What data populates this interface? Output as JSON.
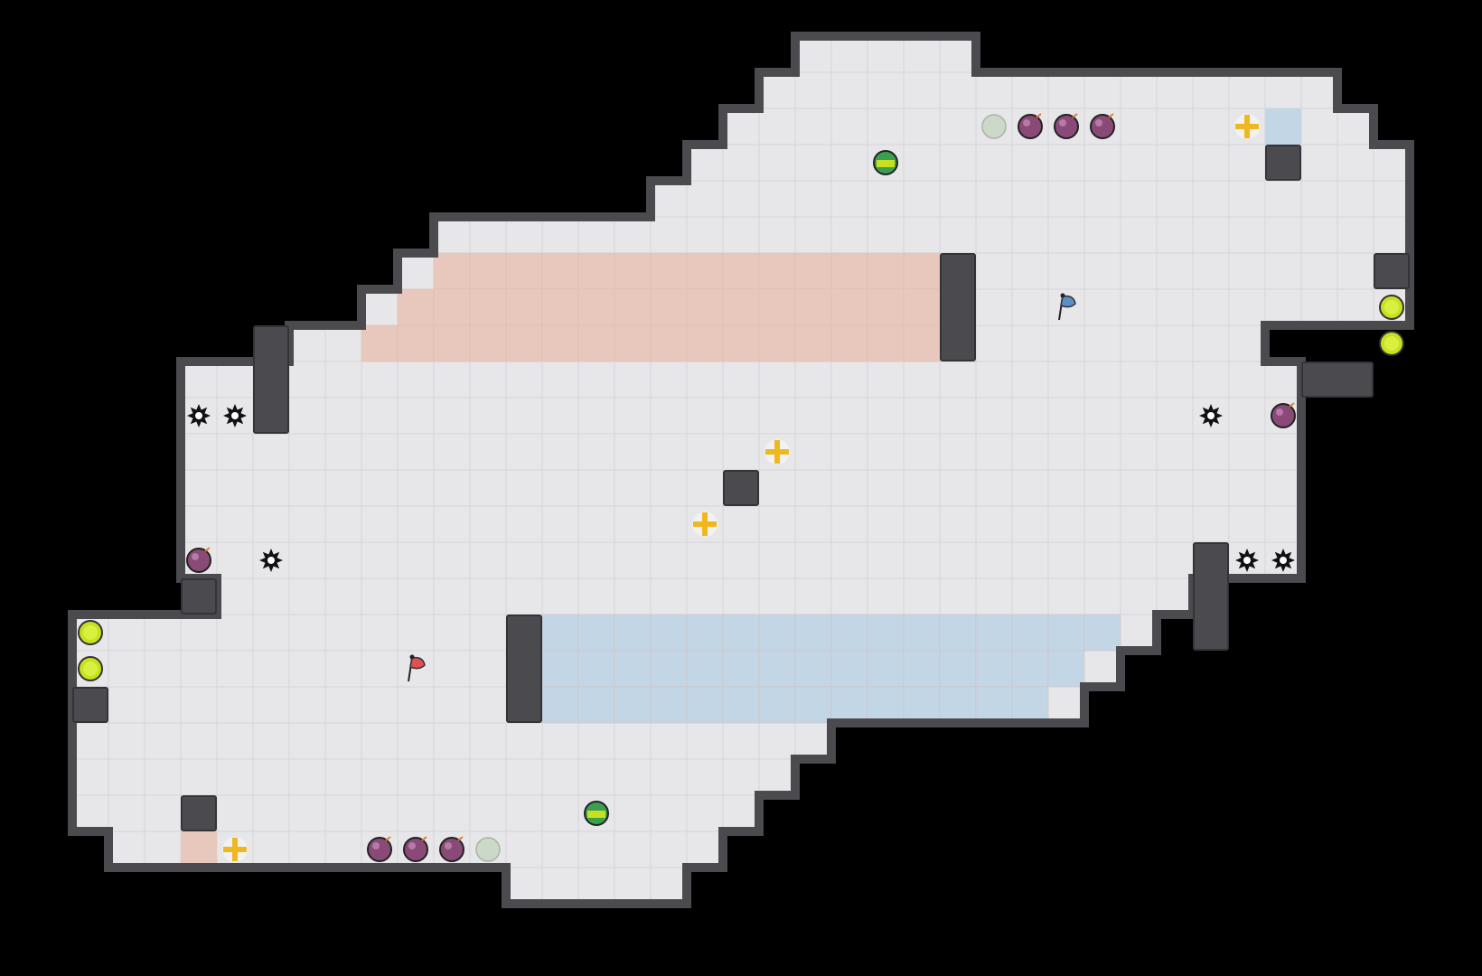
{
  "map": {
    "grid_cols": 41,
    "grid_rows": 27,
    "floor_rows": [
      {
        "row": 1,
        "from": 22,
        "to": 26
      },
      {
        "row": 2,
        "from": 21,
        "to": 36
      },
      {
        "row": 3,
        "from": 20,
        "to": 37
      },
      {
        "row": 4,
        "from": 19,
        "to": 38
      },
      {
        "row": 5,
        "from": 18,
        "to": 38
      },
      {
        "row": 6,
        "from": 12,
        "to": 38
      },
      {
        "row": 7,
        "from": 11,
        "to": 38
      },
      {
        "row": 8,
        "from": 10,
        "to": 38
      },
      {
        "row": 9,
        "from": 8,
        "to": 34
      },
      {
        "row": 10,
        "from": 5,
        "to": 35
      },
      {
        "row": 11,
        "from": 5,
        "to": 35
      },
      {
        "row": 12,
        "from": 5,
        "to": 35
      },
      {
        "row": 13,
        "from": 5,
        "to": 35
      },
      {
        "row": 14,
        "from": 5,
        "to": 35
      },
      {
        "row": 15,
        "from": 5,
        "to": 35
      },
      {
        "row": 16,
        "from": 6,
        "to": 32
      },
      {
        "row": 17,
        "from": 2,
        "to": 31
      },
      {
        "row": 18,
        "from": 2,
        "to": 30
      },
      {
        "row": 19,
        "from": 2,
        "to": 29
      },
      {
        "row": 20,
        "from": 2,
        "to": 22
      },
      {
        "row": 21,
        "from": 2,
        "to": 21
      },
      {
        "row": 22,
        "from": 2,
        "to": 20
      },
      {
        "row": 23,
        "from": 3,
        "to": 19
      },
      {
        "row": 24,
        "from": 14,
        "to": 18
      }
    ],
    "walls": [
      {
        "col": 20,
        "row": 13,
        "w": 1,
        "h": 1
      },
      {
        "col": 35,
        "row": 4,
        "w": 1,
        "h": 1
      },
      {
        "col": 5,
        "row": 22,
        "w": 1,
        "h": 1
      },
      {
        "col": 26,
        "row": 7,
        "w": 1,
        "h": 3
      },
      {
        "col": 14,
        "row": 17,
        "w": 1,
        "h": 3
      },
      {
        "col": 7,
        "row": 9,
        "w": 1,
        "h": 3
      },
      {
        "col": 33,
        "row": 15,
        "w": 1,
        "h": 3
      },
      {
        "col": 36,
        "row": 10,
        "w": 2,
        "h": 1
      },
      {
        "col": 38,
        "row": 7,
        "w": 1,
        "h": 1
      },
      {
        "col": 2,
        "row": 19,
        "w": 1,
        "h": 1
      },
      {
        "col": 5,
        "row": 16,
        "w": 1,
        "h": 1
      }
    ],
    "red_zone_rows": [
      {
        "row": 7,
        "from": 12,
        "to": 25
      },
      {
        "row": 8,
        "from": 11,
        "to": 25
      },
      {
        "row": 9,
        "from": 10,
        "to": 25
      }
    ],
    "red_zone_extra": [
      {
        "col": 5,
        "row": 23
      }
    ],
    "blue_zone_rows": [
      {
        "row": 17,
        "from": 15,
        "to": 30
      },
      {
        "row": 18,
        "from": 15,
        "to": 29
      },
      {
        "row": 19,
        "from": 15,
        "to": 28
      }
    ],
    "blue_zone_extra": [
      {
        "col": 35,
        "row": 3
      }
    ]
  },
  "entities": {
    "red_flag": {
      "col": 11,
      "row": 18
    },
    "blue_flag": {
      "col": 29,
      "row": 8
    },
    "bombs": [
      {
        "col": 28,
        "row": 3
      },
      {
        "col": 29,
        "row": 3
      },
      {
        "col": 30,
        "row": 3
      },
      {
        "col": 35,
        "row": 11
      },
      {
        "col": 5,
        "row": 15
      },
      {
        "col": 10,
        "row": 23
      },
      {
        "col": 11,
        "row": 23
      },
      {
        "col": 12,
        "row": 23
      }
    ],
    "spikes": [
      {
        "col": 5,
        "row": 11
      },
      {
        "col": 6,
        "row": 11
      },
      {
        "col": 7,
        "row": 15
      },
      {
        "col": 33,
        "row": 11
      },
      {
        "col": 34,
        "row": 15
      },
      {
        "col": 35,
        "row": 15
      }
    ],
    "boosts": [
      {
        "col": 34,
        "row": 3
      },
      {
        "col": 21,
        "row": 12
      },
      {
        "col": 19,
        "row": 14
      },
      {
        "col": 6,
        "row": 23
      }
    ],
    "gates": [
      {
        "col": 27,
        "row": 3
      },
      {
        "col": 13,
        "row": 23
      }
    ],
    "team_powerups": [
      {
        "col": 24,
        "row": 4
      },
      {
        "col": 16,
        "row": 22
      }
    ],
    "buttons": [
      {
        "col": 38,
        "row": 8
      },
      {
        "col": 38,
        "row": 9
      },
      {
        "col": 2,
        "row": 17
      },
      {
        "col": 2,
        "row": 18
      }
    ]
  },
  "colors": {
    "background": "#000000",
    "floor": "#e7e7ea",
    "wall": "#4a4a4f",
    "red_zone": "#e8c8bc",
    "blue_zone": "#c2d6e6",
    "bomb": "#8a4a78",
    "button": "#c8e020",
    "boost": "#f0b820",
    "gate": "#cdd9c8"
  }
}
